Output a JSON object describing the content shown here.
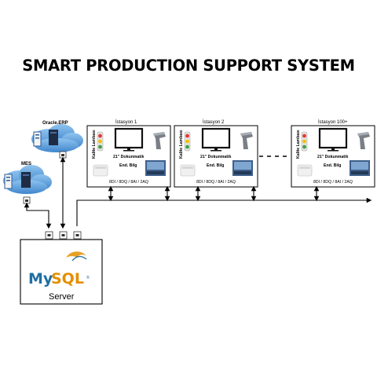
{
  "title": "SMART PRODUCTION SUPPORT SYSTEM",
  "cloud_erp": {
    "label": "Oracle.ERP"
  },
  "cloud_mes": {
    "label": "MES"
  },
  "server": {
    "label": "Server",
    "db_logo_a": "My",
    "db_logo_b": "SQL",
    "db_logo_tm": "®"
  },
  "stations": [
    {
      "name": "İstasyon 1",
      "lamp_label": "Kalite Lambası",
      "monitor_label": "21\" Dokunmatik",
      "device_label": "End. Bilg",
      "io_label": "8DI / 8DQ / 8AI / 2AQ"
    },
    {
      "name": "İstasyon 2",
      "lamp_label": "Kalite Lambası",
      "monitor_label": "21\" Dokunmatik",
      "device_label": "End. Bilg",
      "io_label": "8DI / 8DQ / 8AI / 2AQ"
    },
    {
      "name": "İstasyon 100+",
      "lamp_label": "Kalite Lambası",
      "monitor_label": "21\" Dokunmatik",
      "device_label": "End. Bilg",
      "io_label": "8DI / 8DQ / 8AI / 2AQ"
    }
  ],
  "colors": {
    "cloud": "#4a95d6",
    "pc": "#2a5c9a",
    "monitor": "#111111",
    "lamp_red": "#e53935",
    "lamp_yellow": "#f2c200",
    "lamp_green": "#43a047",
    "mysql_blue": "#1f6fa3",
    "mysql_orange": "#e48e00"
  }
}
